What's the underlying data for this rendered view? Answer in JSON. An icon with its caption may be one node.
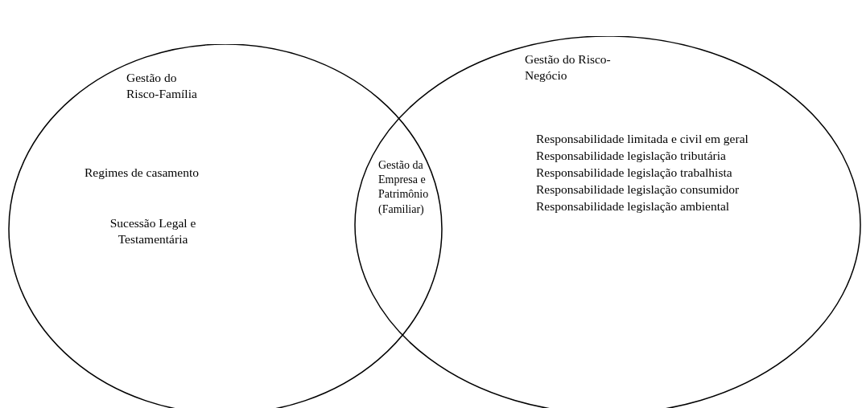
{
  "diagram": {
    "nodes": [
      {
        "text": [
          "Gestão do Risco-Família",
          "Regimes de casamento",
          "Sucessão Legal e Testamentária"
        ]
      },
      {
        "text": [
          "Gestão do Risco-Negócio",
          "Responsabilidade limitada e civil em geral",
          "Responsabilidade legislação tributária",
          "Responsabilidade legislação trabalhista",
          "Responsabilidade legislação consumidor",
          "Responsabilidade legislação ambiental"
        ]
      }
    ],
    "edges": [],
    "labels": [
      "Gestão da Empresa e Patrimônio (Familiar)"
    ]
  }
}
